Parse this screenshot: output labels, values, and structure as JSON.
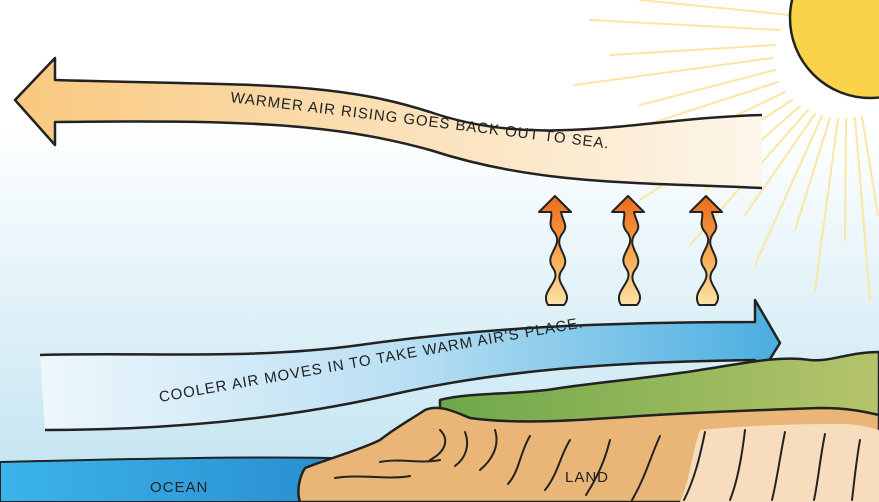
{
  "labels": {
    "warm_air": "WARMER AIR RISING GOES BACK OUT TO SEA.",
    "cool_air": "COOLER AIR MOVES IN TO TAKE WARM AIR'S PLACE.",
    "ocean": "OCEAN",
    "land": "LAND"
  },
  "colors": {
    "sky_top": "#ffffff",
    "sky_bottom": "#bfe3f0",
    "sun": "#fbd34a",
    "sun_rays": "#fbe6a2",
    "warm_arrow_left": "#f9c87e",
    "warm_arrow_right": "#fdf3e2",
    "cool_arrow_left": "#eef7fc",
    "cool_arrow_right": "#4aaee0",
    "heat_arrow_top": "#ec6a1c",
    "heat_arrow_bottom": "#fde4a6",
    "ocean": "#35a9e2",
    "land_cliff": "#e9b677",
    "land_grass": "#93bd55"
  },
  "icons": [
    "sun-icon",
    "heat-rising-arrow-icon"
  ]
}
